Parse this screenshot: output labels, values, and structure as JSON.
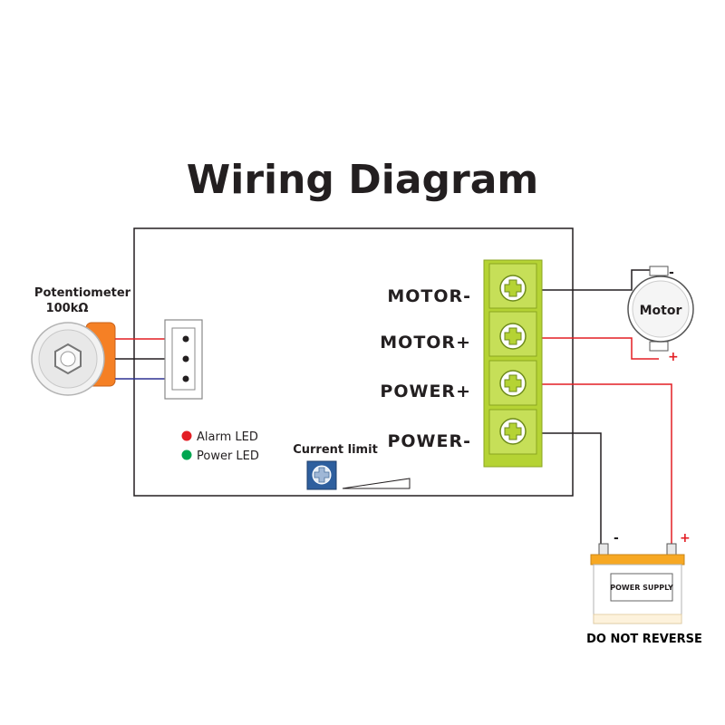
{
  "title": "Wiring Diagram",
  "potentiometer": {
    "label": "Potentiometer",
    "value": "100kΩ"
  },
  "terminals": [
    {
      "label": "MOTOR-"
    },
    {
      "label": "MOTOR+"
    },
    {
      "label": "POWER+"
    },
    {
      "label": "POWER-"
    }
  ],
  "leds": {
    "alarm": {
      "label": "Alarm  LED",
      "color": "#e31e24"
    },
    "power": {
      "label": "Power  LED",
      "color": "#00a651"
    }
  },
  "current_limit": {
    "label": "Current limit"
  },
  "motor": {
    "label": "Motor",
    "minus": "-",
    "plus": "+"
  },
  "power_supply": {
    "label": "POWER SUPPLY",
    "minus": "-",
    "plus": "+",
    "warning": "DO NOT REVERSE"
  },
  "colors": {
    "terminal_green": "#b5d334",
    "wire_black": "#231f20",
    "wire_red": "#e31e24",
    "wire_blue": "#2e3192",
    "battery_orange": "#f7a823",
    "pot_orange": "#f58025"
  }
}
